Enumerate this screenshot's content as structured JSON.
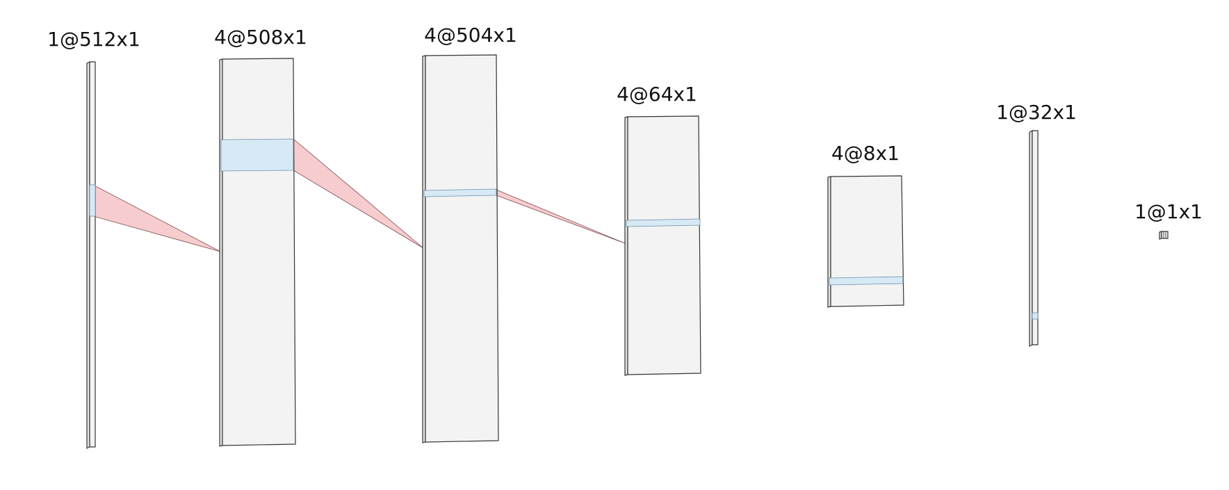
{
  "layers": [
    {
      "label": "1@512x1"
    },
    {
      "label": "4@508x1"
    },
    {
      "label": "4@504x1"
    },
    {
      "label": "4@64x1"
    },
    {
      "label": "4@8x1"
    },
    {
      "label": "1@32x1"
    },
    {
      "label": "1@1x1"
    }
  ],
  "colors": {
    "slab_fill": "#f3f3f3",
    "patch_fill": "#d6e9f5",
    "cone_fill": "#f7c9cc"
  }
}
